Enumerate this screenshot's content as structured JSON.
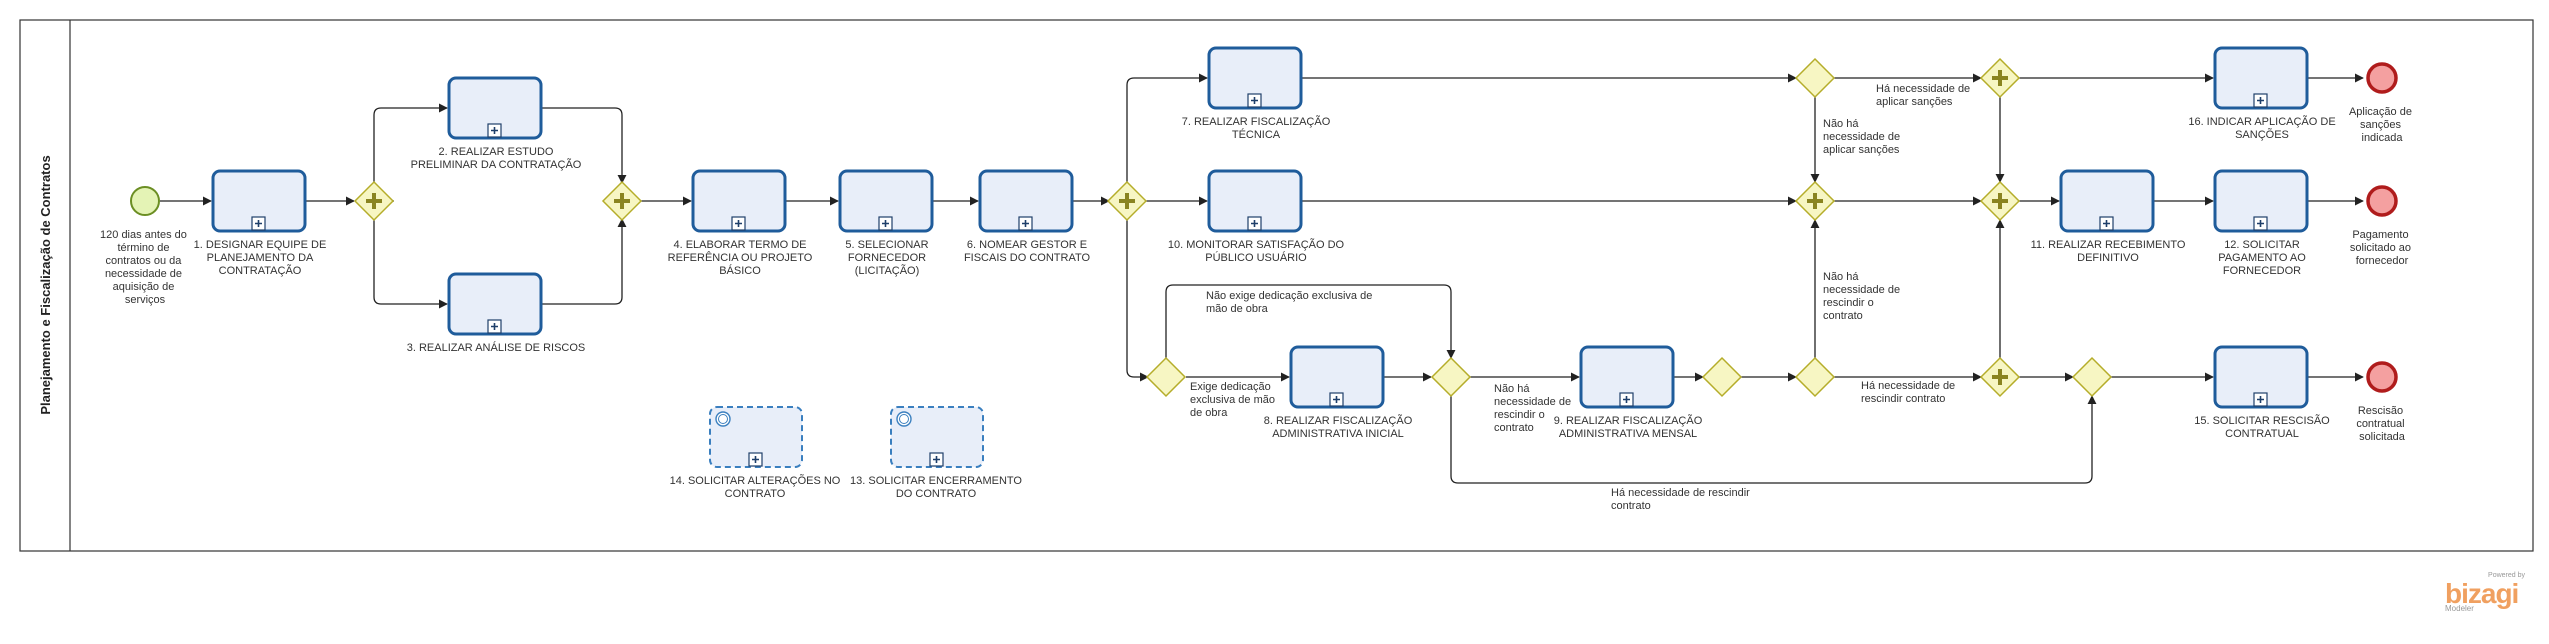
{
  "pool": {
    "title": "Planejamento e Fiscalização de Contratos"
  },
  "start_event": {
    "label": [
      "120 dias antes do",
      "término de",
      "contratos ou da",
      "necessidade de",
      "aquisição de",
      "serviços"
    ]
  },
  "tasks": {
    "t1": [
      "1. DESIGNAR EQUIPE DE",
      "PLANEJAMENTO DA",
      "CONTRATAÇÃO"
    ],
    "t2": [
      "2. REALIZAR ESTUDO",
      "PRELIMINAR DA CONTRATAÇÃO"
    ],
    "t3": [
      "3. REALIZAR ANÁLISE DE RISCOS"
    ],
    "t4": [
      "4. ELABORAR TERMO DE",
      "REFERÊNCIA OU PROJETO",
      "BÁSICO"
    ],
    "t5": [
      "5. SELECIONAR",
      "FORNECEDOR",
      "(LICITAÇÃO)"
    ],
    "t6": [
      "6. NOMEAR GESTOR E",
      "FISCAIS DO CONTRATO"
    ],
    "t7": [
      "7. REALIZAR FISCALIZAÇÃO",
      "TÉCNICA"
    ],
    "t8": [
      "8. REALIZAR FISCALIZAÇÃO",
      "ADMINISTRATIVA INICIAL"
    ],
    "t9": [
      "9. REALIZAR FISCALIZAÇÃO",
      "ADMINISTRATIVA MENSAL"
    ],
    "t10": [
      "10. MONITORAR SATISFAÇÃO DO",
      "PÚBLICO USUÁRIO"
    ],
    "t11": [
      "11. REALIZAR RECEBIMENTO",
      "DEFINITIVO"
    ],
    "t12": [
      "12. SOLICITAR",
      "PAGAMENTO AO",
      "FORNECEDOR"
    ],
    "t13": [
      "13. SOLICITAR ENCERRAMENTO",
      "DO CONTRATO"
    ],
    "t14": [
      "14. SOLICITAR ALTERAÇÕES NO",
      "CONTRATO"
    ],
    "t15": [
      "15. SOLICITAR RESCISÃO",
      "CONTRATUAL"
    ],
    "t16": [
      "16. INDICAR APLICAÇÃO DE",
      "SANÇÕES"
    ]
  },
  "end_events": {
    "e1": [
      "Aplicação de",
      "sanções",
      "indicada"
    ],
    "e2": [
      "Pagamento",
      "solicitado ao",
      "fornecedor"
    ],
    "e3": [
      "Rescisão",
      "contratual",
      "solicitada"
    ]
  },
  "flow_labels": {
    "nao_exige": [
      "Não exige dedicação exclusiva de",
      "mão de obra"
    ],
    "exige": [
      "Exige dedicação",
      "exclusiva de mão",
      "de obra"
    ],
    "nao_ha_rescindir_1": [
      "Não há",
      "necessidade de",
      "rescindir o",
      "contrato"
    ],
    "ha_rescindir_bottom": [
      "Há necessidade de rescindir",
      "contrato"
    ],
    "ha_sancoes": [
      "Há necessidade de",
      "aplicar sanções"
    ],
    "nao_ha_sancoes": [
      "Não há",
      "necessidade de",
      "aplicar sanções"
    ],
    "nao_ha_rescindir_2": [
      "Não há",
      "necessidade de",
      "rescindir o",
      "contrato"
    ],
    "ha_rescindir_2": [
      "Há necessidade de",
      "rescindir contrato"
    ]
  },
  "branding": {
    "powered": "Powered by",
    "name": "bizagi",
    "product": "Modeler"
  },
  "colors": {
    "task_border": "#1f5c9b",
    "task_fill": "#e8eef9",
    "gateway_fill": "#f7f6c3",
    "start_fill": "#e4f3b5",
    "end_fill": "#f4a0a0"
  }
}
